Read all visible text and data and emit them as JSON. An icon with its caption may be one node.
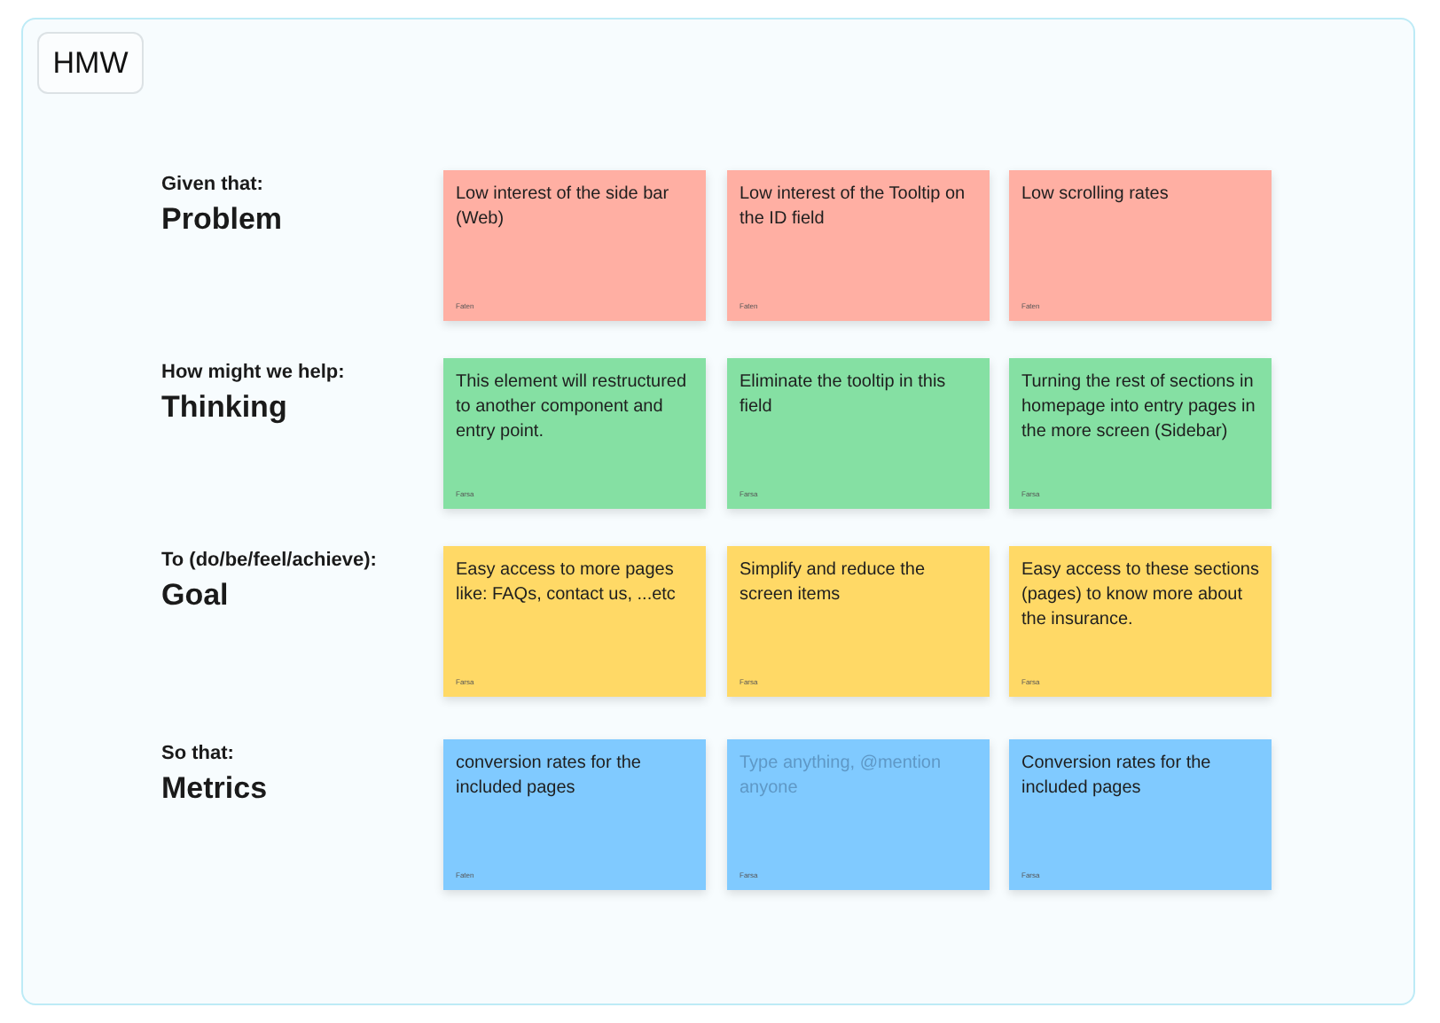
{
  "diagram": {
    "title": "HMW",
    "nodes": [
      {
        "text": [
          "Low interest of the side bar (Web)",
          "Faten"
        ]
      },
      {
        "text": [
          "Low interest of the Tooltip on the ID field",
          "Faten"
        ]
      },
      {
        "text": [
          "Low scrolling rates",
          "Faten"
        ]
      },
      {
        "text": [
          "This element will restructured to another component and entry point.",
          "Farsa"
        ]
      },
      {
        "text": [
          "Eliminate the tooltip in this field",
          "Farsa"
        ]
      },
      {
        "text": [
          "Turning the rest of sections in homepage into entry pages in the more screen (Sidebar)",
          "Farsa"
        ]
      },
      {
        "text": [
          "Easy access to more pages like: FAQs, contact us, ...etc",
          "Farsa"
        ]
      },
      {
        "text": [
          "Simplify and reduce the screen items",
          "Farsa"
        ]
      },
      {
        "text": [
          "Easy access to these sections (pages) to know more about the insurance.",
          "Farsa"
        ]
      },
      {
        "text": [
          "conversion rates for the included pages",
          "Faten"
        ]
      },
      {
        "text": [
          "Type anything, @mention anyone",
          "Farsa"
        ]
      },
      {
        "text": [
          "Conversion rates for the included pages",
          "Farsa"
        ]
      }
    ],
    "labels": [
      "Given that:",
      "Problem",
      "How might we help:",
      "Thinking",
      "To (do/be/feel/achieve):",
      "Goal",
      "So that:",
      "Metrics"
    ]
  }
}
